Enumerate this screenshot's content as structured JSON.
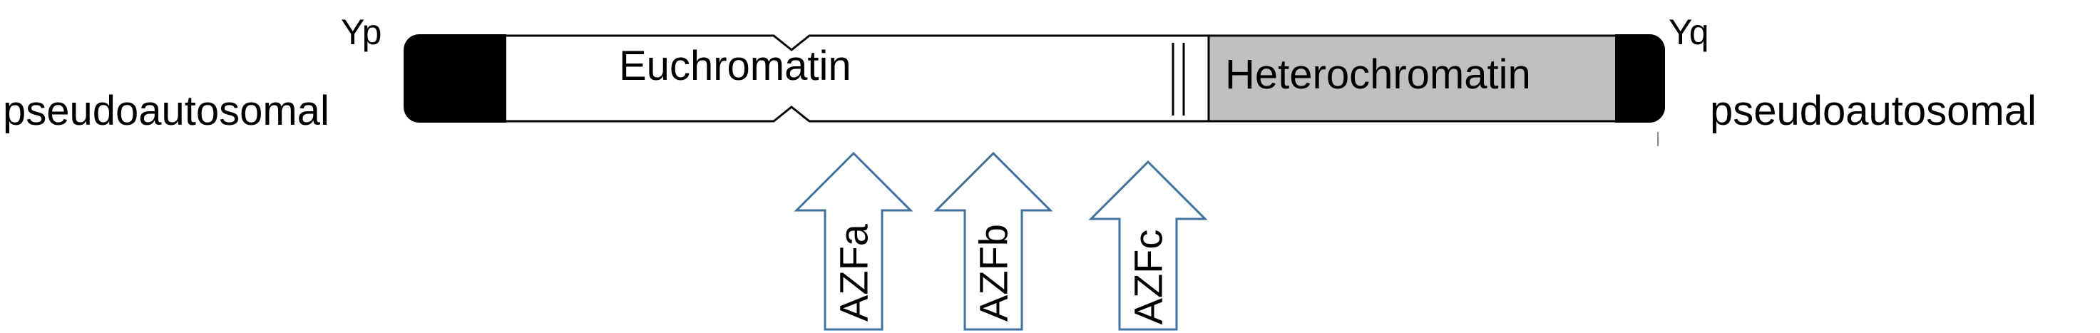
{
  "labels": {
    "p_arm": "Yp",
    "q_arm": "Yq",
    "pseudoautosomal_left": "pseudoautosomal",
    "pseudoautosomal_right": "pseudoautosomal",
    "euchromatin": "Euchromatin",
    "heterochromatin": "Heterochromatin"
  },
  "azf_regions": [
    {
      "label": "AZFa"
    },
    {
      "label": "AZFb"
    },
    {
      "label": "AZFc"
    }
  ],
  "colors": {
    "outline": "#000000",
    "pseudoautosomal_fill": "#000000",
    "euchromatin_fill": "#ffffff",
    "heterochromatin_fill": "#c0c0c0",
    "arrow_stroke": "#41719c",
    "arrow_fill": "#ffffff"
  }
}
